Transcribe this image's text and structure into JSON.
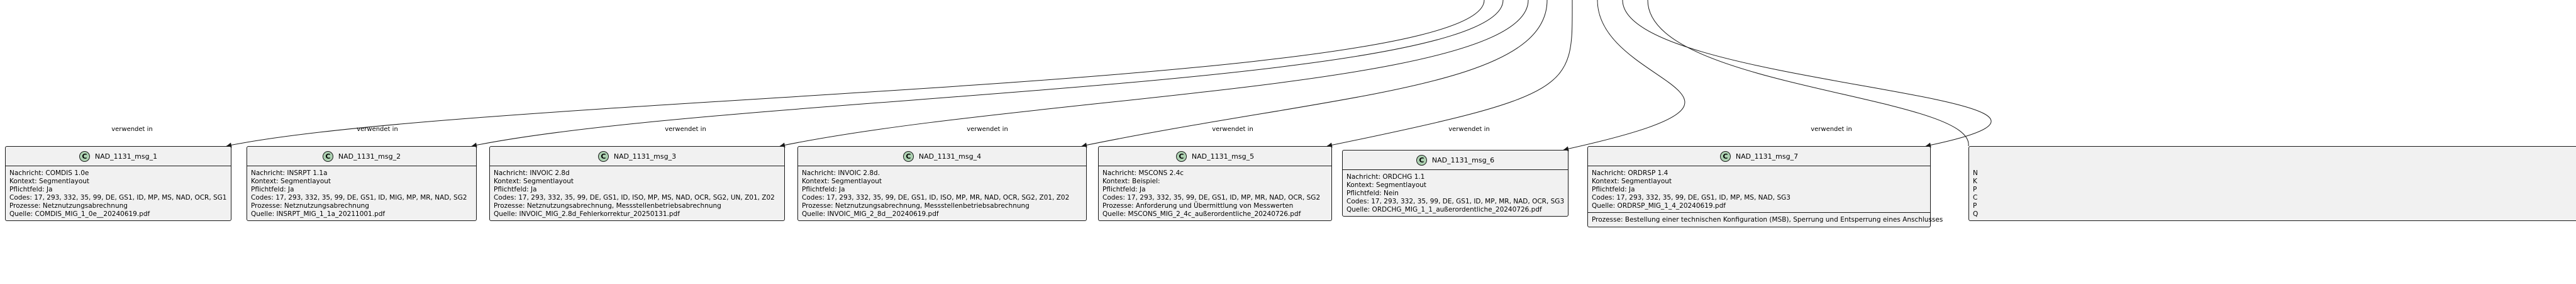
{
  "edge_label": "verwendet in",
  "nodes": [
    {
      "title": "NAD_1131_msg_1",
      "icon": "C",
      "lines": [
        "Nachricht: COMDIS 1.0e",
        "Kontext: Segmentlayout",
        "Pflichtfeld: Ja",
        "Codes: 17, 293, 332, 35, 99, DE, GS1, ID, MP, MS, NAD, OCR, SG1",
        "Prozesse: Netznutzungsabrechnung",
        "Quelle: COMDIS_MIG_1_0e__20240619.pdf"
      ]
    },
    {
      "title": "NAD_1131_msg_2",
      "icon": "C",
      "lines": [
        "Nachricht: INSRPT 1.1a",
        "Kontext: Segmentlayout",
        "Pflichtfeld: Ja",
        "Codes: 17, 293, 332, 35, 99, DE, GS1, ID, MIG, MP, MR, NAD, SG2",
        "Prozesse: Netznutzungsabrechnung",
        "Quelle: INSRPT_MIG_1_1a_20211001.pdf"
      ]
    },
    {
      "title": "NAD_1131_msg_3",
      "icon": "C",
      "lines": [
        "Nachricht: INVOIC 2.8d",
        "Kontext: Segmentlayout",
        "Pflichtfeld: Ja",
        "Codes: 17, 293, 332, 35, 99, DE, GS1, ID, ISO, MP, MS, NAD, OCR, SG2, UN, Z01, Z02",
        "Prozesse: Netznutzungsabrechnung, Messstellenbetriebsabrechnung",
        "Quelle: INVOIC_MIG_2.8d_Fehlerkorrektur_20250131.pdf"
      ]
    },
    {
      "title": "NAD_1131_msg_4",
      "icon": "C",
      "lines": [
        "Nachricht: INVOIC 2.8d.",
        "Kontext: Segmentlayout",
        "Pflichtfeld: Ja",
        "Codes: 17, 293, 332, 35, 99, DE, GS1, ID, ISO, MP, MR, NAD, OCR, SG2, Z01, Z02",
        "Prozesse: Netznutzungsabrechnung, Messstellenbetriebsabrechnung",
        "Quelle: INVOIC_MIG_2_8d__20240619.pdf"
      ]
    },
    {
      "title": "NAD_1131_msg_5",
      "icon": "C",
      "lines": [
        "Nachricht: MSCONS 2.4c",
        "Kontext: Beispiel:",
        "Pflichtfeld: Ja",
        "Codes: 17, 293, 332, 35, 99, DE, GS1, ID, MP, MR, NAD, OCR, SG2",
        "Prozesse: Anforderung und Übermittlung von Messwerten",
        "Quelle: MSCONS_MIG_2_4c_außerordentliche_20240726.pdf"
      ]
    },
    {
      "title": "NAD_1131_msg_6",
      "icon": "C",
      "lines": [
        "Nachricht: ORDCHG 1.1",
        "Kontext: Segmentlayout",
        "Pflichtfeld: Nein",
        "Codes: 17, 293, 332, 35, 99, DE, GS1, ID, MP, MR, NAD, OCR, SG3",
        "Quelle: ORDCHG_MIG_1_1_außerordentliche_20240726.pdf"
      ]
    },
    {
      "title": "NAD_1131_msg_7",
      "icon": "C",
      "lines": [
        "Nachricht: ORDRSP 1.4",
        "Kontext: Segmentlayout",
        "Pflichtfeld: Ja",
        "Codes: 17, 293, 332, 35, 99, DE, GS1, ID, MP, MS, NAD, SG3",
        "Quelle: ORDRSP_MIG_1_4_20240619.pdf"
      ],
      "extra": "Prozesse: Bestellung einer technischen Konfiguration (MSB), Sperrung und Entsperrung eines Anschlusses"
    }
  ],
  "partial_node_lines": [
    "N",
    "K",
    "P",
    "C",
    "P",
    "Q"
  ]
}
